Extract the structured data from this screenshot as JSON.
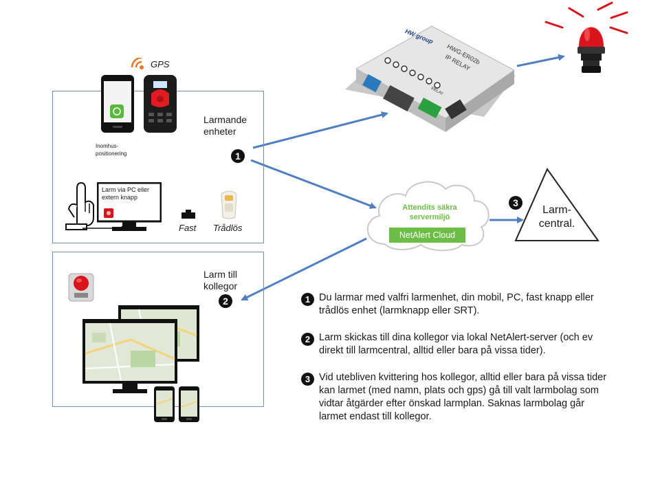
{
  "device_group": {
    "gps_label": "GPS",
    "label_line1": "Larmande",
    "label_line2": "enheter",
    "indoor_line1": "Inomhus-",
    "indoor_line2": "positionering",
    "pc_label_line1": "Larm via PC eller",
    "pc_label_line2": "extern knapp",
    "fixed_label": "Fast",
    "wireless_label": "Trådlös",
    "marker": "1"
  },
  "colleague_group": {
    "label_line1": "Larm till",
    "label_line2": "kollegor",
    "marker": "2"
  },
  "relay": {
    "brand": "HW group",
    "model_line1": "HWG-ER02b",
    "model_line2": "IP RELAY",
    "relay_tag": "RELAY"
  },
  "cloud": {
    "title_line1": "Attendits säkra",
    "title_line2": "servermiljö",
    "badge": "NetAlert Cloud"
  },
  "central": {
    "marker": "3",
    "line1": "Larm-",
    "line2": "central."
  },
  "steps": [
    {
      "marker": "1",
      "text": "Du larmar med valfri larmenhet, din mobil, PC, fast knapp eller trådlös enhet (larmknapp eller SRT)."
    },
    {
      "marker": "2",
      "text": "Larm skickas till dina kollegor via lokal NetAlert-server (och ev direkt till larmcentral, alltid eller bara på vissa tider)."
    },
    {
      "marker": "3",
      "text": "Vid utebliven kvittering hos kollegor, alltid eller bara på vissa tider kan larmet (med namn, plats och gps) gå till valt larmbolag som vidtar åtgärder efter önskad larmplan. Saknas larmbolag går larmet endast till kollegor."
    }
  ],
  "colors": {
    "arrow": "#4f7fbf",
    "box_border": "#6f8fc4",
    "cloud_green": "#6cbd45",
    "beacon_red": "#d8141c"
  }
}
